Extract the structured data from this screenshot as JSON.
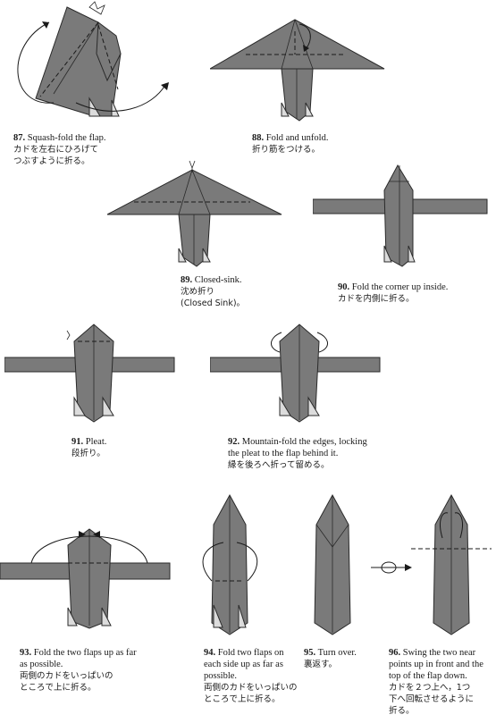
{
  "steps": [
    {
      "num": "87.",
      "en": "Squash-fold the flap.",
      "jp": [
        "カドを左右にひろげて",
        "つぶすように折る。"
      ]
    },
    {
      "num": "88.",
      "en": "Fold and unfold.",
      "jp": [
        "折り筋をつける。"
      ]
    },
    {
      "num": "89.",
      "en": "Closed-sink.",
      "jp": [
        "沈め折り",
        "(Closed Sink)。"
      ]
    },
    {
      "num": "90.",
      "en": "Fold the corner up inside.",
      "jp": [
        "カドを内側に折る。"
      ]
    },
    {
      "num": "91.",
      "en": "Pleat.",
      "jp": [
        "段折り。"
      ]
    },
    {
      "num": "92.",
      "en": [
        "Mountain-fold the edges, locking",
        "the pleat to the flap behind it."
      ],
      "jp": [
        "縁を後ろへ折って留める。"
      ]
    },
    {
      "num": "93.",
      "en": [
        "Fold the two flaps up as far",
        "as possible."
      ],
      "jp": [
        "両側のカドをいっぱいの",
        "ところで上に折る。"
      ]
    },
    {
      "num": "94.",
      "en": [
        "Fold two flaps on",
        "each side up as far as",
        "possible."
      ],
      "jp": [
        "両側のカドをいっぱいの",
        "ところで上に折る。"
      ]
    },
    {
      "num": "95.",
      "en": "Turn over.",
      "jp": [
        "裏返す。"
      ]
    },
    {
      "num": "96.",
      "en": [
        "Swing the two near",
        "points up in front and the",
        "top of the flap down."
      ],
      "jp": [
        "カドを２つ上へ，1つ",
        "下へ回転させるように",
        "折る。"
      ]
    }
  ],
  "colors": {
    "paper": "#7a7a7a",
    "paper_light": "#dcdcdc",
    "line": "#2a2a2a"
  }
}
